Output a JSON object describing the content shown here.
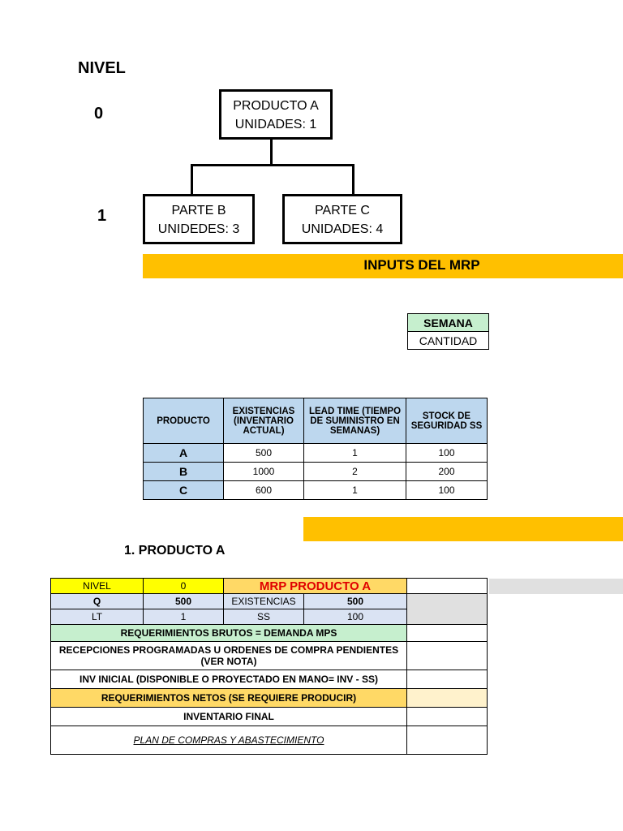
{
  "levels": {
    "title": "NIVEL",
    "level0": "0",
    "level1": "1"
  },
  "tree": {
    "root": {
      "line1": "PRODUCTO A",
      "line2": "UNIDADES: 1"
    },
    "child_b": {
      "line1": "PARTE B",
      "line2": "UNIDEDES: 3"
    },
    "child_c": {
      "line1": "PARTE C",
      "line2": "UNIDADES: 4"
    }
  },
  "inputs_band": {
    "title": "INPUTS DEL MRP"
  },
  "week_table": {
    "header": "SEMANA",
    "row_label": "CANTIDAD"
  },
  "inventory_table": {
    "headers": [
      "PRODUCTO",
      "EXISTENCIAS (INVENTARIO ACTUAL)",
      "LEAD TIME (TIEMPO DE SUMINISTRO EN SEMANAS)",
      "STOCK DE SEGURIDAD SS"
    ],
    "rows": [
      {
        "producto": "A",
        "existencias": "500",
        "lead_time": "1",
        "ss": "100"
      },
      {
        "producto": "B",
        "existencias": "1000",
        "lead_time": "2",
        "ss": "200"
      },
      {
        "producto": "C",
        "existencias": "600",
        "lead_time": "1",
        "ss": "100"
      }
    ]
  },
  "section": {
    "title": "1. PRODUCTO A"
  },
  "mrp": {
    "nivel_label": "NIVEL",
    "nivel_value": "0",
    "title": "MRP PRODUCTO A",
    "q_label": "Q",
    "q_value": "500",
    "existencias_label": "EXISTENCIAS",
    "existencias_value": "500",
    "lt_label": "LT",
    "lt_value": "1",
    "ss_label": "SS",
    "ss_value": "100",
    "rows": [
      "REQUERIMIENTOS BRUTOS = DEMANDA MPS",
      "RECEPCIONES PROGRAMADAS U ORDENES DE COMPRA PENDIENTES (VER NOTA)",
      "INV INICIAL (DISPONIBLE O PROYECTADO EN MANO= INV - SS)",
      "REQUERIMIENTOS NETOS (SE REQUIERE PRODUCIR)",
      "INVENTARIO FINAL",
      "PLAN DE COMPRAS Y ABASTECIMIENTO"
    ]
  }
}
